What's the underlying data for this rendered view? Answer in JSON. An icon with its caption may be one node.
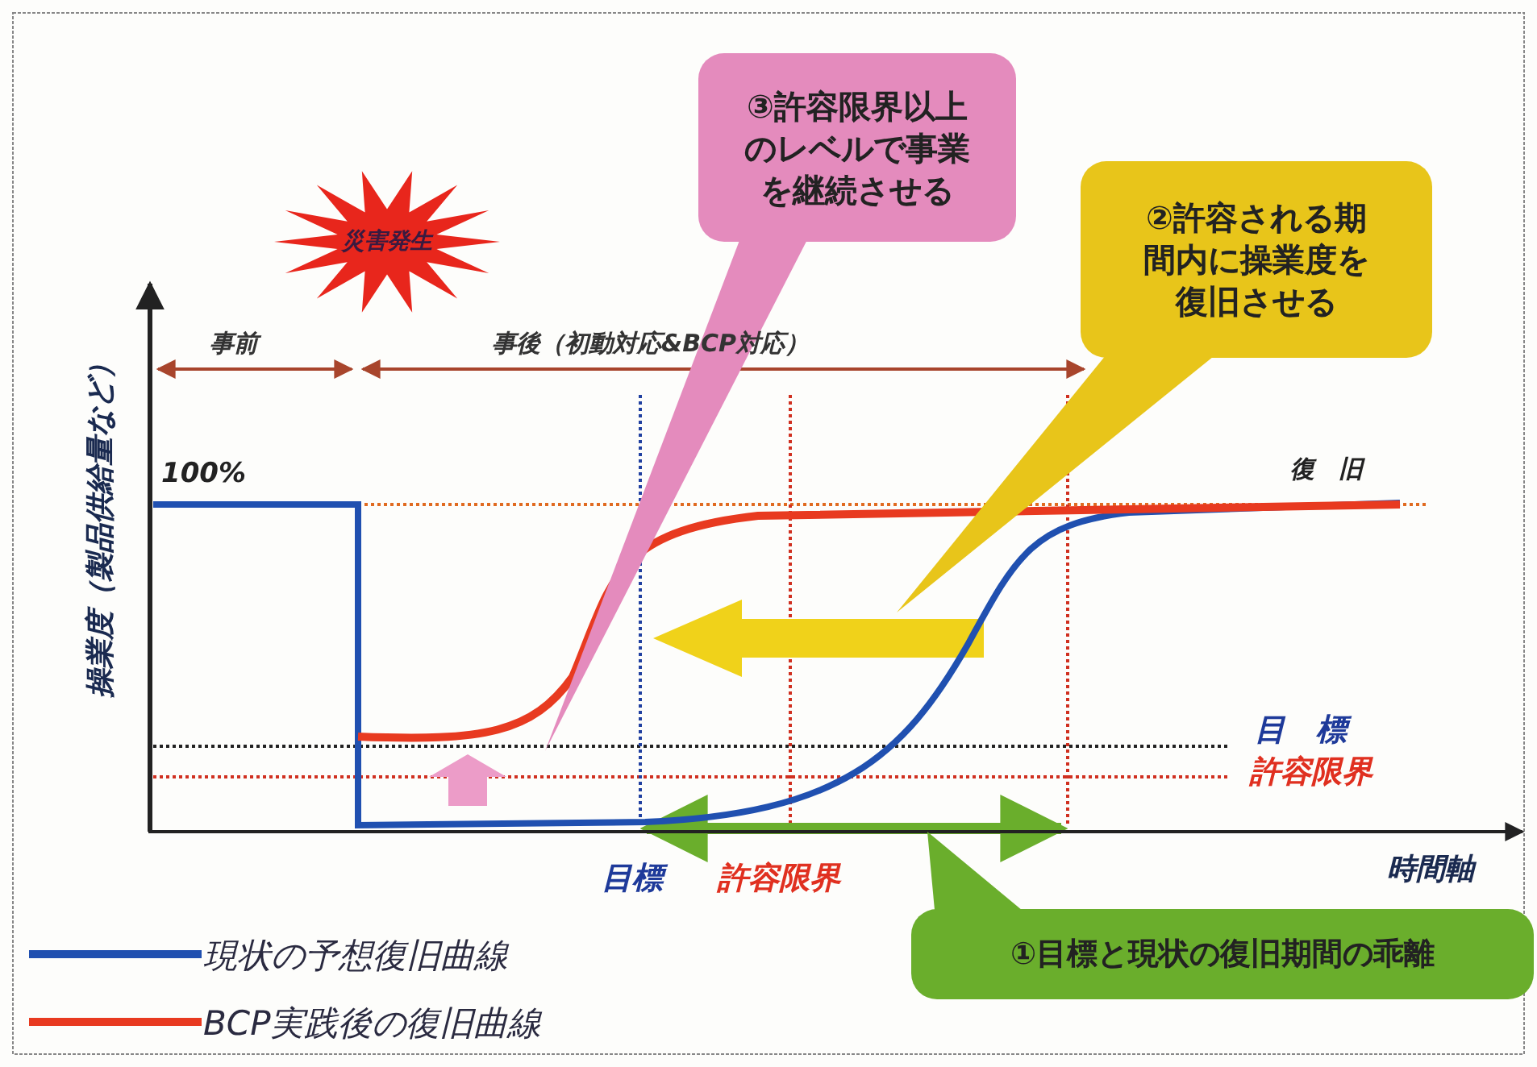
{
  "diagram": {
    "nodes": [
      {
        "text": [
          "災害発生"
        ]
      },
      {
        "text": [
          "③許容限界以上のレベルで事業を継続させる"
        ]
      },
      {
        "text": [
          "②許容される期間内に操業度を復旧させる"
        ]
      },
      {
        "text": [
          "①目標と現状の復旧期間の乖離"
        ]
      }
    ],
    "edges": [],
    "labels": [
      "事前",
      "事後（初動対応&BCP対応）",
      "操業度（製品供給量など）",
      "100%",
      "復　旧",
      "目　標",
      "許容限界",
      "目標",
      "許容限界",
      "時間軸"
    ],
    "legend": [
      {
        "text": "現状の予想復旧曲線"
      },
      {
        "text": "BCP実践後の復旧曲線"
      }
    ]
  }
}
